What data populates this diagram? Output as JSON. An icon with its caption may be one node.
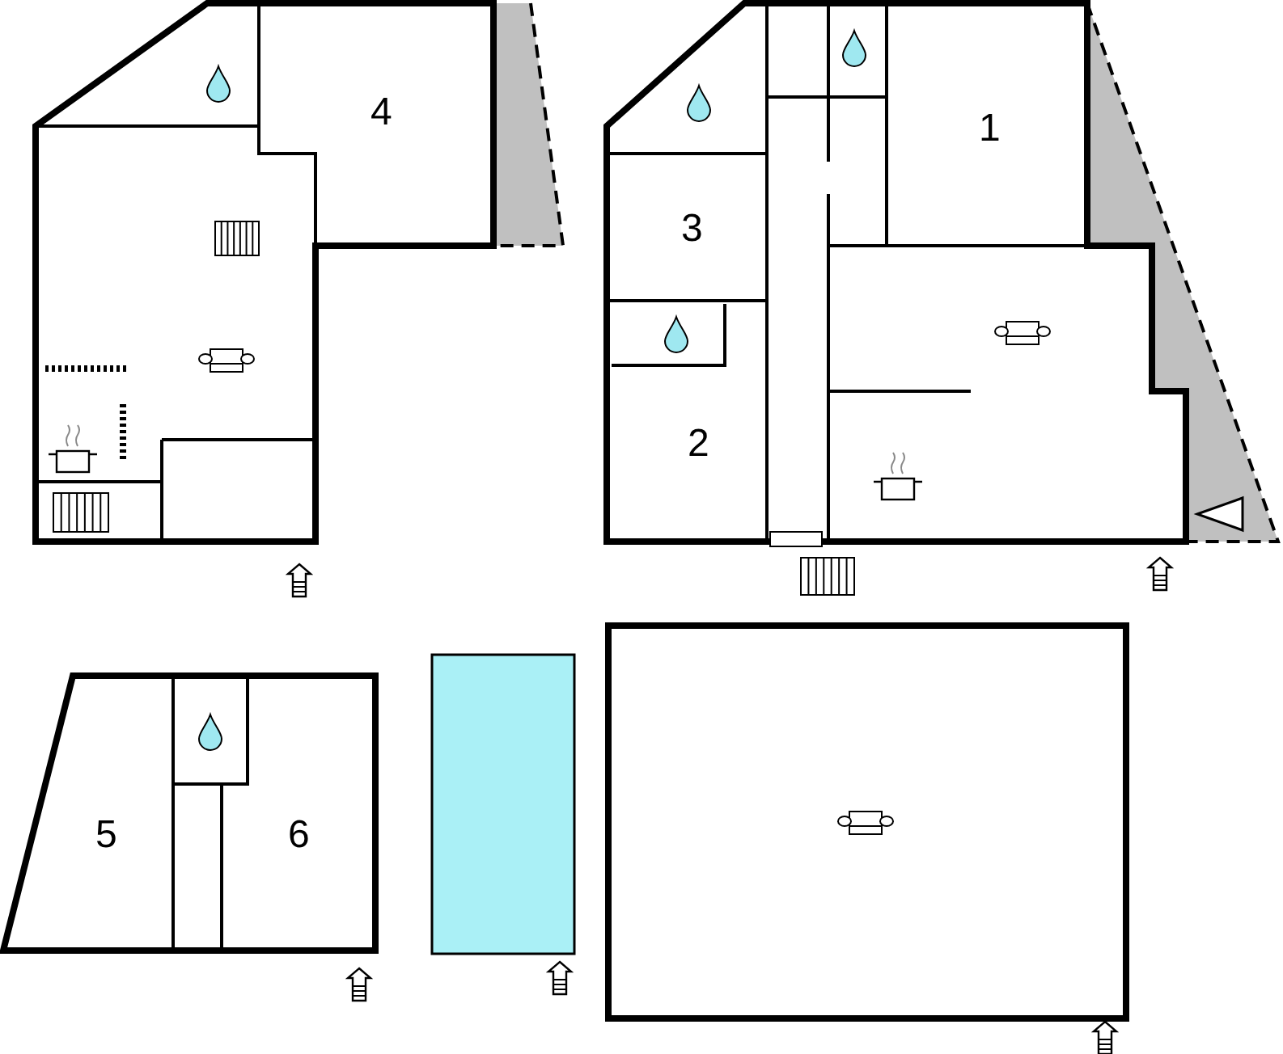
{
  "diagram": {
    "nodes": [
      {
        "text": [
          "4"
        ]
      },
      {
        "text": [
          "1"
        ]
      },
      {
        "text": [
          "3"
        ]
      },
      {
        "text": [
          "2"
        ]
      },
      {
        "text": [
          "5"
        ]
      },
      {
        "text": [
          "6"
        ]
      }
    ]
  }
}
